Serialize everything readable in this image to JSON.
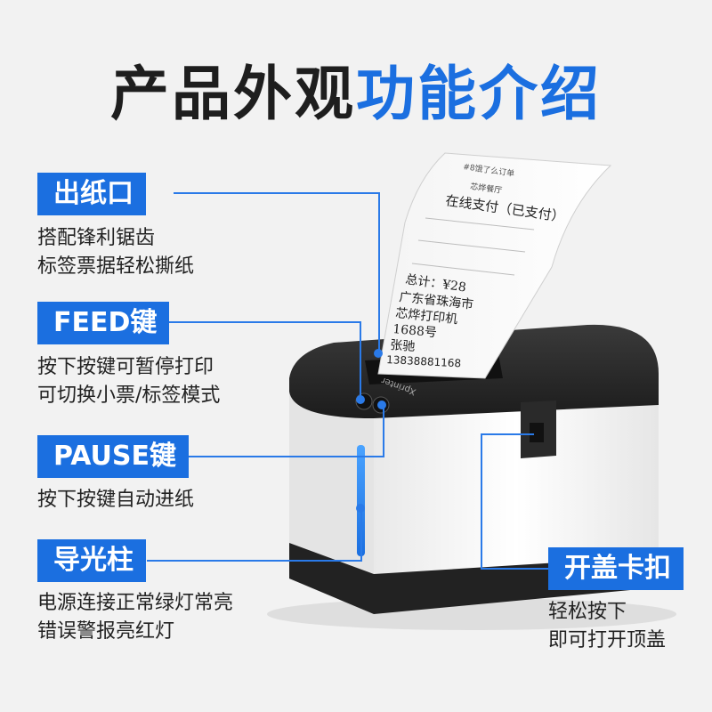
{
  "title": {
    "part1": "产品外观",
    "part2": "功能介绍"
  },
  "features": [
    {
      "tag": "出纸口",
      "lines": [
        "搭配锋利锯齿",
        "标签票据轻松撕纸"
      ]
    },
    {
      "tag": "FEED键",
      "lines": [
        "按下按键可暂停打印",
        "可切换小票/标签模式"
      ]
    },
    {
      "tag": "PAUSE键",
      "lines": [
        "按下按键自动进纸"
      ]
    },
    {
      "tag": "导光柱",
      "lines": [
        "电源连接正常绿灯常亮",
        "错误警报亮红灯"
      ]
    },
    {
      "tag": "开盖卡扣",
      "lines": [
        "轻松按下",
        "即可打开顶盖"
      ]
    }
  ],
  "receipt": {
    "header": "#8饿了么订单",
    "shop": "芯烨餐厅",
    "paid": "在线支付（已支付）",
    "total": "总计：¥28",
    "addr1": "广东省珠海市",
    "addr2": "芯烨打印机",
    "addr3": "1688号",
    "name": "张驰",
    "phone": "13838881168"
  },
  "brand": "Xprinter",
  "colors": {
    "accent": "#1b6fe0",
    "printer_body": "#ffffff",
    "printer_top": "#2b2b2b"
  }
}
